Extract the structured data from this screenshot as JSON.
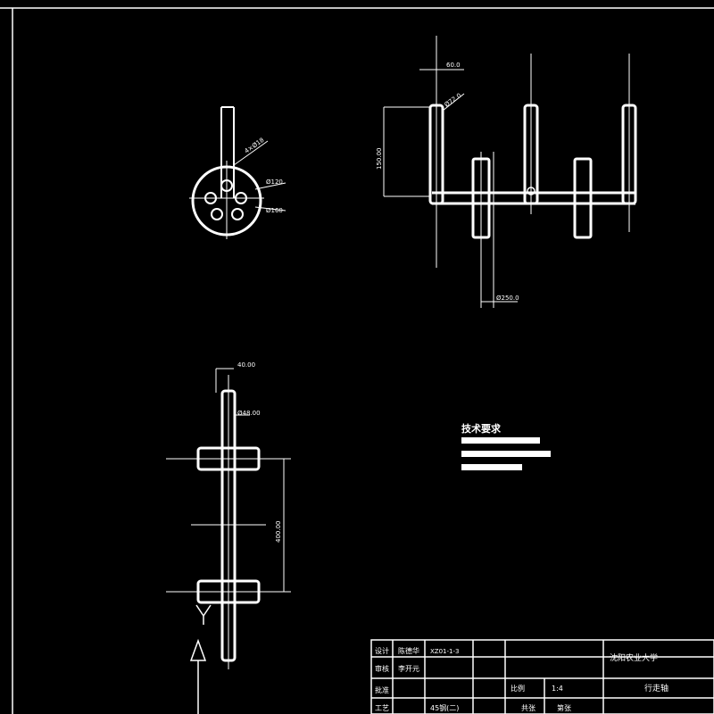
{
  "drawing": {
    "background_color": "#000000",
    "line_color": "#ffffff"
  },
  "dimensions": {
    "top_width": "60.0",
    "top_dia": "Ø72.0",
    "top_height": "150.00",
    "top_bottom": "Ø250.0",
    "bottom_width": "40.00",
    "bottom_dia": "Ø48.00",
    "bottom_span": "400.00"
  },
  "tech_req": {
    "title": "技术要求"
  },
  "title_block": {
    "school": "沈阳农业大学",
    "scale_label": "比例",
    "scale_value": "1:4",
    "part_name": "行走轴",
    "rows": [
      "设计",
      "审核",
      "批准",
      "工艺"
    ],
    "design_name": "陈德华",
    "review_name": "李开元",
    "drawing_no": "XZ01-1-3",
    "material": "45钢(二)",
    "sheet_a": "共张",
    "sheet_b": "第张"
  }
}
